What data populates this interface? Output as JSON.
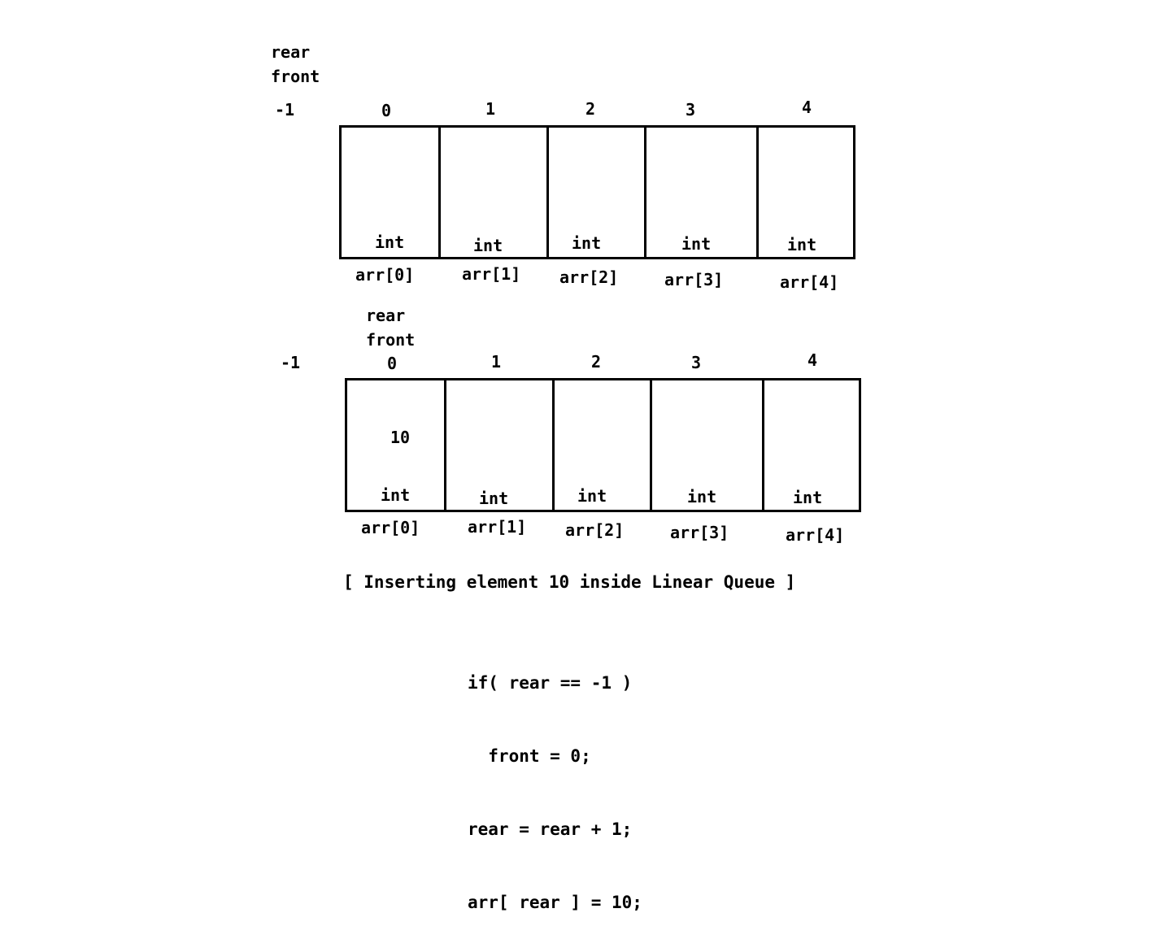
{
  "diagram1": {
    "pointer_rear": "rear",
    "pointer_front": "front",
    "minus_one": "-1",
    "indices": [
      "0",
      "1",
      "2",
      "3",
      "4"
    ],
    "cell_values": [
      "",
      "",
      "",
      "",
      ""
    ],
    "cell_types": [
      "int",
      "int",
      "int",
      "int",
      "int"
    ],
    "names": [
      "arr[0]",
      "arr[1]",
      "arr[2]",
      "arr[3]",
      "arr[4]"
    ]
  },
  "diagram2": {
    "minus_one": "-1",
    "pointer_rear": "rear",
    "pointer_front": "front",
    "indices": [
      "0",
      "1",
      "2",
      "3",
      "4"
    ],
    "cell_values": [
      "10",
      "",
      "",
      "",
      ""
    ],
    "cell_types": [
      "int",
      "int",
      "int",
      "int",
      "int"
    ],
    "names": [
      "arr[0]",
      "arr[1]",
      "arr[2]",
      "arr[3]",
      "arr[4]"
    ]
  },
  "caption": "[ Inserting element 10 inside Linear Queue ]",
  "code_lines": [
    "if( rear == -1 )",
    "  front = 0;",
    "rear = rear + 1;",
    "arr[ rear ] = 10;"
  ]
}
